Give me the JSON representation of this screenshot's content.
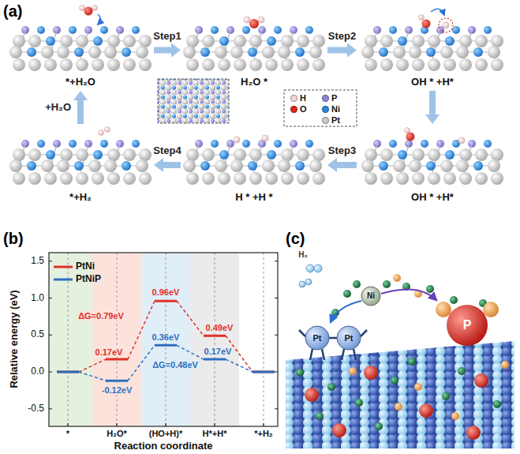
{
  "diagram": {
    "nodes": [
      {
        "text": [
          "*+H₂O"
        ]
      },
      {
        "text": [
          "H₂O *"
        ]
      },
      {
        "text": [
          "OH * +H*"
        ]
      },
      {
        "text": [
          "OH * +H*"
        ]
      },
      {
        "text": [
          "H * +H *"
        ]
      },
      {
        "text": [
          "*+H₂"
        ]
      }
    ],
    "edges": [
      {
        "from": 0,
        "to": 1,
        "arrow": "to",
        "label": "Step1"
      },
      {
        "from": 1,
        "to": 2,
        "arrow": "to",
        "label": "Step2"
      },
      {
        "from": 2,
        "to": 3,
        "arrow": "to"
      },
      {
        "from": 3,
        "to": 4,
        "arrow": "to",
        "label": "Step3"
      },
      {
        "from": 4,
        "to": 5,
        "arrow": "to",
        "label": "Step4"
      },
      {
        "from": 5,
        "to": 0,
        "arrow": "to",
        "label": "+H₂O"
      }
    ],
    "labels": [
      "(a)",
      "(b)",
      "(c)",
      "1.5",
      "1.0",
      "0.5",
      "0.0",
      "-0.5",
      "Relative energy (eV)",
      "*",
      "H₂O*",
      "(HO+H)*",
      "H*+H*",
      "*+H₂",
      "Reaction coordinate",
      "0.17eV",
      "0.96eV",
      "0.49eV",
      "ΔG=0.79eV",
      "-0.12eV",
      "0.36eV",
      "0.17eV",
      "ΔG=0.48eV",
      "H₂",
      "Pt",
      "Pt",
      "Ni",
      "P"
    ],
    "legend": [
      {
        "text": "H",
        "color": "#f3d4d4"
      },
      {
        "text": "O",
        "color": "#e0261e"
      },
      {
        "text": "P",
        "color": "#8c86d9"
      },
      {
        "text": "Ni",
        "color": "#2a86d8"
      },
      {
        "text": "Pt",
        "color": "#c9c9c9"
      },
      {
        "text": "PtNi"
      },
      {
        "text": "PtNiP"
      }
    ]
  }
}
